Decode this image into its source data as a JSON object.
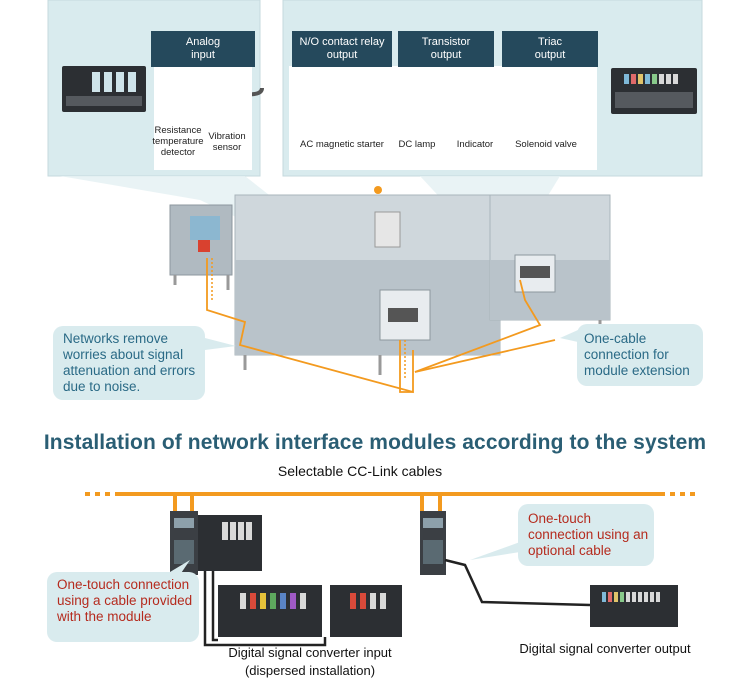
{
  "top_panel": {
    "analog_header": "Analog input",
    "no_contact_header": "N/O contact relay output",
    "transistor_header": "Transistor output",
    "triac_header": "Triac output",
    "devices": {
      "rtd": "Resistance temperature detector",
      "vibration": "Vibration sensor",
      "ac_starter": "AC magnetic starter",
      "dc_lamp": "DC lamp",
      "indicator": "Indicator",
      "solenoid": "Solenoid valve"
    }
  },
  "callouts": {
    "networks": "Networks remove worries about signal attenuation and errors due to noise.",
    "one_cable": "One-cable connection for module extension",
    "one_touch_provided": "One-touch connection using a cable provided with the module",
    "one_touch_optional": "One-touch connection using an optional cable"
  },
  "section_title": "Installation of network interface modules according to the system",
  "cc_link_label": "Selectable CC-Link cables",
  "captions": {
    "input": "Digital signal converter input",
    "input_sub": "(dispersed installation)",
    "output": "Digital signal converter output"
  },
  "colors": {
    "panel": "#d9ebee",
    "header": "#25495c",
    "orange": "#f39a1f",
    "title": "#2a5e74",
    "blue_text": "#2a6a86",
    "red_text": "#b52b1e"
  }
}
